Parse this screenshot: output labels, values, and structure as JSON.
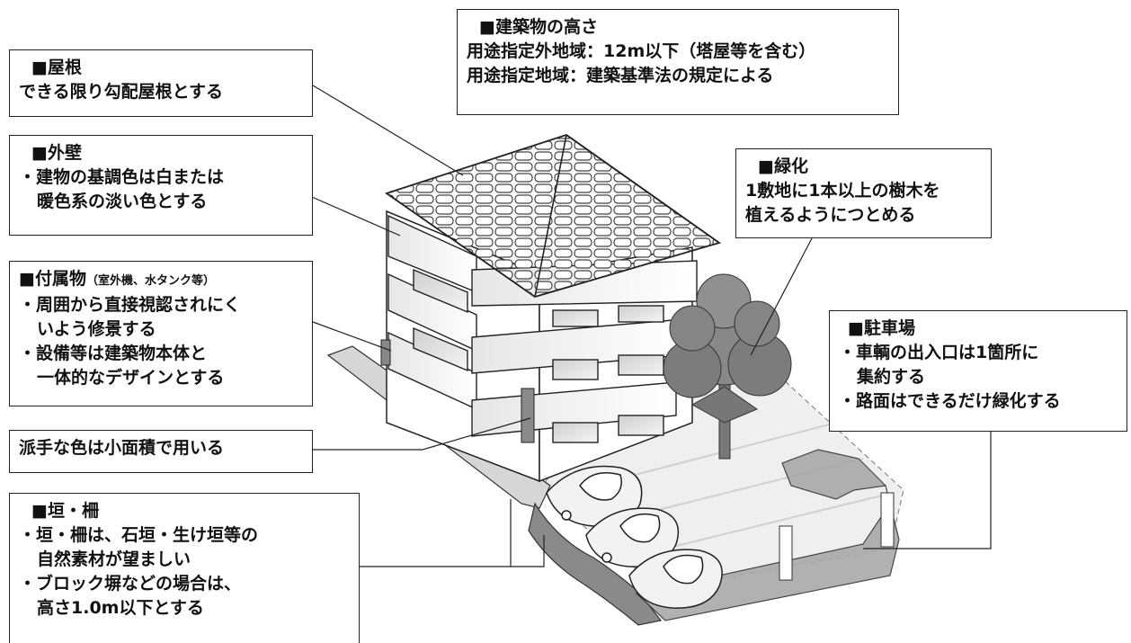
{
  "callouts": {
    "height": {
      "title": "■建築物の高さ",
      "line1": "用途指定外地域：12m以下（塔屋等を含む）",
      "line2": "用途指定地域：建築基準法の規定による"
    },
    "roof": {
      "title": "■屋根",
      "line1": "できる限り勾配屋根とする"
    },
    "wall": {
      "title": "■外壁",
      "line1": "・建物の基調色は白または",
      "line2": "暖色系の淡い色とする"
    },
    "accessory": {
      "title": "■付属物",
      "title_note": "（室外機、水タンク等）",
      "line1": "・周囲から直接視認されにく",
      "line2": "いよう修景する",
      "line3": "・設備等は建築物本体と",
      "line4": "一体的なデザインとする"
    },
    "color": {
      "line1": "派手な色は小面積で用いる"
    },
    "fence": {
      "title": "■垣・柵",
      "line1": "・垣・柵は、石垣・生け垣等の",
      "line2": "自然素材が望ましい",
      "line3": "・ブロック塀などの場合は、",
      "line4": "高さ1.0m以下とする"
    },
    "greening": {
      "title": "■緑化",
      "line1": "1敷地に1本以上の樹木を",
      "line2": "植えるようにつとめる"
    },
    "parking": {
      "title": "■駐車場",
      "line1": "・車輌の出入口は1箇所に",
      "line2": "集約する",
      "line3": "・路面はできるだけ緑化する"
    }
  }
}
